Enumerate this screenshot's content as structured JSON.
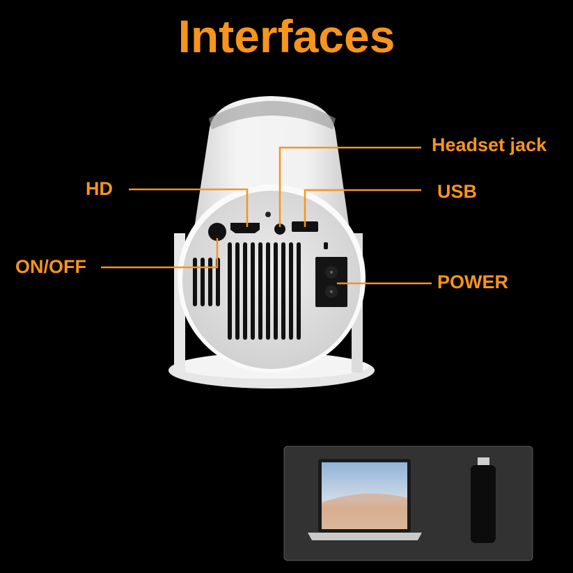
{
  "title": "Interfaces",
  "labels": {
    "hd": "HD",
    "on_off": "ON/OFF",
    "headset_jack": "Headset jack",
    "usb": "USB",
    "power": "POWER"
  },
  "colors": {
    "accent": "#f7941d",
    "background": "#000000",
    "panel": "#333333"
  }
}
